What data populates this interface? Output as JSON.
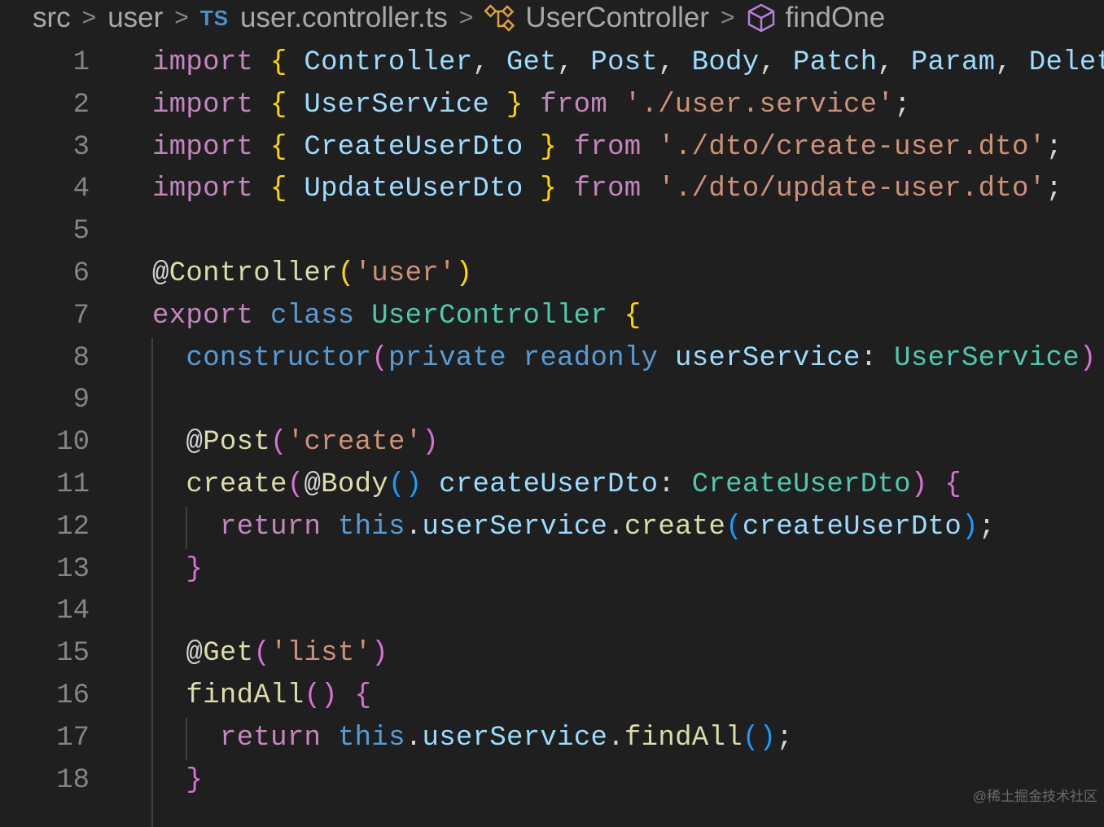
{
  "breadcrumb": {
    "items": [
      "src",
      "user",
      "user.controller.ts",
      "UserController",
      "findOne"
    ],
    "file_badge": "TS",
    "separator": ">"
  },
  "watermark": "@稀土掘金技术社区",
  "colors": {
    "background": "#1f1f1f",
    "keyword": "#c586c0",
    "string": "#ce9178",
    "type": "#4ec9b0",
    "function": "#dcdcaa",
    "variable": "#9cdcfe"
  },
  "code": {
    "lines": [
      {
        "n": "1",
        "indent": 0,
        "tokens": [
          [
            "import",
            "kw"
          ],
          [
            " ",
            "pl"
          ],
          [
            "{",
            "br1"
          ],
          [
            " Controller",
            "var"
          ],
          [
            ", ",
            "pl"
          ],
          [
            "Get",
            "var"
          ],
          [
            ", ",
            "pl"
          ],
          [
            "Post",
            "var"
          ],
          [
            ", ",
            "pl"
          ],
          [
            "Body",
            "var"
          ],
          [
            ", ",
            "pl"
          ],
          [
            "Patch",
            "var"
          ],
          [
            ", ",
            "pl"
          ],
          [
            "Param",
            "var"
          ],
          [
            ", ",
            "pl"
          ],
          [
            "Delete",
            "var"
          ]
        ]
      },
      {
        "n": "2",
        "indent": 0,
        "tokens": [
          [
            "import",
            "kw"
          ],
          [
            " ",
            "pl"
          ],
          [
            "{",
            "br1"
          ],
          [
            " UserService ",
            "var"
          ],
          [
            "}",
            "br1"
          ],
          [
            " ",
            "pl"
          ],
          [
            "from",
            "kw"
          ],
          [
            " ",
            "pl"
          ],
          [
            "'./user.service'",
            "str"
          ],
          [
            ";",
            "pl"
          ]
        ]
      },
      {
        "n": "3",
        "indent": 0,
        "tokens": [
          [
            "import",
            "kw"
          ],
          [
            " ",
            "pl"
          ],
          [
            "{",
            "br1"
          ],
          [
            " CreateUserDto ",
            "var"
          ],
          [
            "}",
            "br1"
          ],
          [
            " ",
            "pl"
          ],
          [
            "from",
            "kw"
          ],
          [
            " ",
            "pl"
          ],
          [
            "'./dto/create-user.dto'",
            "str"
          ],
          [
            ";",
            "pl"
          ]
        ]
      },
      {
        "n": "4",
        "indent": 0,
        "tokens": [
          [
            "import",
            "kw"
          ],
          [
            " ",
            "pl"
          ],
          [
            "{",
            "br1"
          ],
          [
            " UpdateUserDto ",
            "var"
          ],
          [
            "}",
            "br1"
          ],
          [
            " ",
            "pl"
          ],
          [
            "from",
            "kw"
          ],
          [
            " ",
            "pl"
          ],
          [
            "'./dto/update-user.dto'",
            "str"
          ],
          [
            ";",
            "pl"
          ]
        ]
      },
      {
        "n": "5",
        "indent": 0,
        "tokens": []
      },
      {
        "n": "6",
        "indent": 0,
        "tokens": [
          [
            "@",
            "pl"
          ],
          [
            "Controller",
            "fn"
          ],
          [
            "(",
            "br1"
          ],
          [
            "'user'",
            "str"
          ],
          [
            ")",
            "br1"
          ]
        ]
      },
      {
        "n": "7",
        "indent": 0,
        "tokens": [
          [
            "export",
            "kw"
          ],
          [
            " ",
            "pl"
          ],
          [
            "class",
            "st"
          ],
          [
            " ",
            "pl"
          ],
          [
            "UserController",
            "ty"
          ],
          [
            " ",
            "pl"
          ],
          [
            "{",
            "br1"
          ]
        ]
      },
      {
        "n": "8",
        "indent": 1,
        "tokens": [
          [
            "constructor",
            "st"
          ],
          [
            "(",
            "br2"
          ],
          [
            "private",
            "st"
          ],
          [
            " ",
            "pl"
          ],
          [
            "readonly",
            "st"
          ],
          [
            " ",
            "pl"
          ],
          [
            "userService",
            "var"
          ],
          [
            ": ",
            "pl"
          ],
          [
            "UserService",
            "ty"
          ],
          [
            ")",
            "br2"
          ]
        ]
      },
      {
        "n": "9",
        "indent": 0,
        "tokens": []
      },
      {
        "n": "10",
        "indent": 1,
        "tokens": [
          [
            "@",
            "pl"
          ],
          [
            "Post",
            "fn"
          ],
          [
            "(",
            "br2"
          ],
          [
            "'create'",
            "str"
          ],
          [
            ")",
            "br2"
          ]
        ]
      },
      {
        "n": "11",
        "indent": 1,
        "tokens": [
          [
            "create",
            "fn"
          ],
          [
            "(",
            "br2"
          ],
          [
            "@",
            "pl"
          ],
          [
            "Body",
            "fn"
          ],
          [
            "()",
            "br3"
          ],
          [
            " ",
            "pl"
          ],
          [
            "createUserDto",
            "var"
          ],
          [
            ": ",
            "pl"
          ],
          [
            "CreateUserDto",
            "ty"
          ],
          [
            ")",
            "br2"
          ],
          [
            " ",
            "pl"
          ],
          [
            "{",
            "br2"
          ]
        ]
      },
      {
        "n": "12",
        "indent": 2,
        "tokens": [
          [
            "return",
            "kw"
          ],
          [
            " ",
            "pl"
          ],
          [
            "this",
            "st"
          ],
          [
            ".",
            "pl"
          ],
          [
            "userService",
            "var"
          ],
          [
            ".",
            "pl"
          ],
          [
            "create",
            "fn"
          ],
          [
            "(",
            "br3"
          ],
          [
            "createUserDto",
            "var"
          ],
          [
            ")",
            "br3"
          ],
          [
            ";",
            "pl"
          ]
        ]
      },
      {
        "n": "13",
        "indent": 1,
        "tokens": [
          [
            "}",
            "br2"
          ]
        ]
      },
      {
        "n": "14",
        "indent": 0,
        "tokens": []
      },
      {
        "n": "15",
        "indent": 1,
        "tokens": [
          [
            "@",
            "pl"
          ],
          [
            "Get",
            "fn"
          ],
          [
            "(",
            "br2"
          ],
          [
            "'list'",
            "str"
          ],
          [
            ")",
            "br2"
          ]
        ]
      },
      {
        "n": "16",
        "indent": 1,
        "tokens": [
          [
            "findAll",
            "fn"
          ],
          [
            "()",
            "br2"
          ],
          [
            " ",
            "pl"
          ],
          [
            "{",
            "br2"
          ]
        ]
      },
      {
        "n": "17",
        "indent": 2,
        "tokens": [
          [
            "return",
            "kw"
          ],
          [
            " ",
            "pl"
          ],
          [
            "this",
            "st"
          ],
          [
            ".",
            "pl"
          ],
          [
            "userService",
            "var"
          ],
          [
            ".",
            "pl"
          ],
          [
            "findAll",
            "fn"
          ],
          [
            "()",
            "br3"
          ],
          [
            ";",
            "pl"
          ]
        ]
      },
      {
        "n": "18",
        "indent": 1,
        "tokens": [
          [
            "}",
            "br2"
          ]
        ]
      }
    ]
  }
}
